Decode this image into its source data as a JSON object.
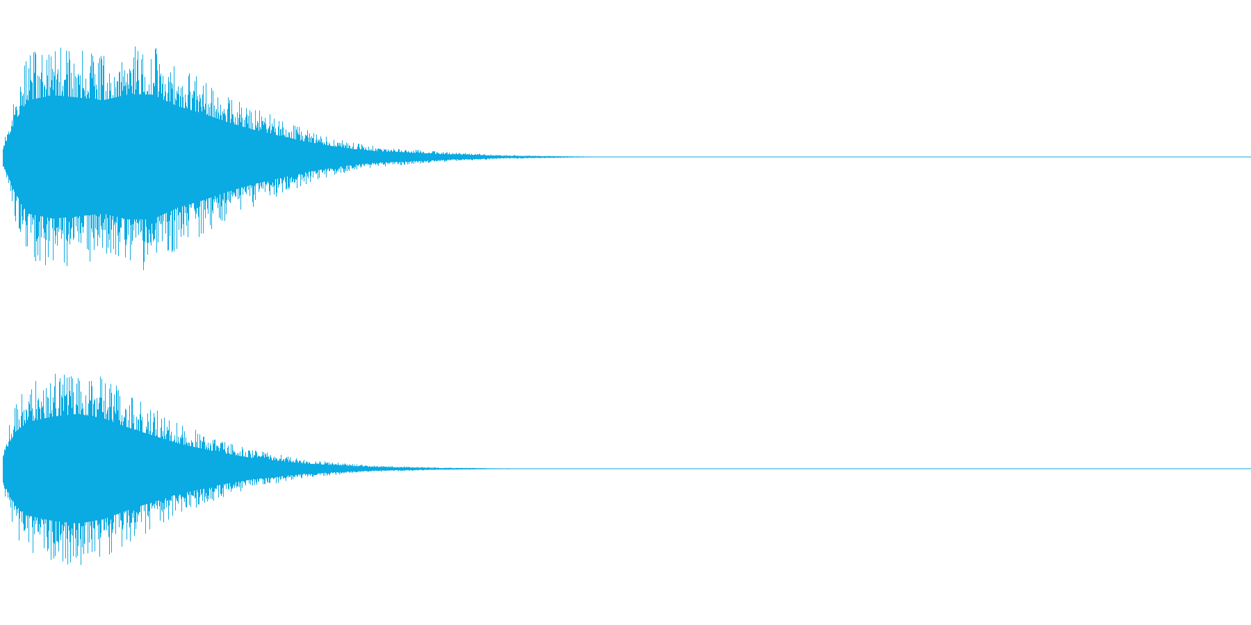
{
  "chart_data": {
    "type": "area",
    "description_free": true,
    "color": "#0aaae2",
    "background": "#ffffff",
    "grid": false,
    "legend": "none",
    "ylim": [
      -1,
      1
    ],
    "x_range": [
      0,
      1
    ],
    "channels": [
      {
        "name": "",
        "envelope_x": [
          0.0,
          0.01,
          0.02,
          0.04,
          0.06,
          0.08,
          0.1,
          0.12,
          0.14,
          0.16,
          0.18,
          0.2,
          0.22,
          0.24,
          0.26,
          0.28,
          0.3,
          0.35,
          0.4,
          0.45,
          0.5,
          1.0
        ],
        "envelope_peak": [
          0.1,
          0.5,
          0.78,
          0.85,
          0.82,
          0.78,
          0.86,
          0.86,
          0.7,
          0.6,
          0.48,
          0.38,
          0.3,
          0.22,
          0.16,
          0.11,
          0.08,
          0.04,
          0.015,
          0.006,
          0.0,
          0.0
        ],
        "tail_end_x": 0.5
      },
      {
        "name": "",
        "envelope_x": [
          0.0,
          0.01,
          0.02,
          0.04,
          0.06,
          0.08,
          0.1,
          0.12,
          0.14,
          0.16,
          0.18,
          0.2,
          0.22,
          0.24,
          0.26,
          0.28,
          0.3,
          0.35,
          0.4,
          0.45,
          1.0
        ],
        "envelope_peak": [
          0.18,
          0.55,
          0.7,
          0.78,
          0.82,
          0.76,
          0.62,
          0.5,
          0.38,
          0.3,
          0.22,
          0.16,
          0.12,
          0.08,
          0.06,
          0.04,
          0.025,
          0.01,
          0.004,
          0.0,
          0.0
        ],
        "tail_end_x": 0.46
      }
    ]
  }
}
